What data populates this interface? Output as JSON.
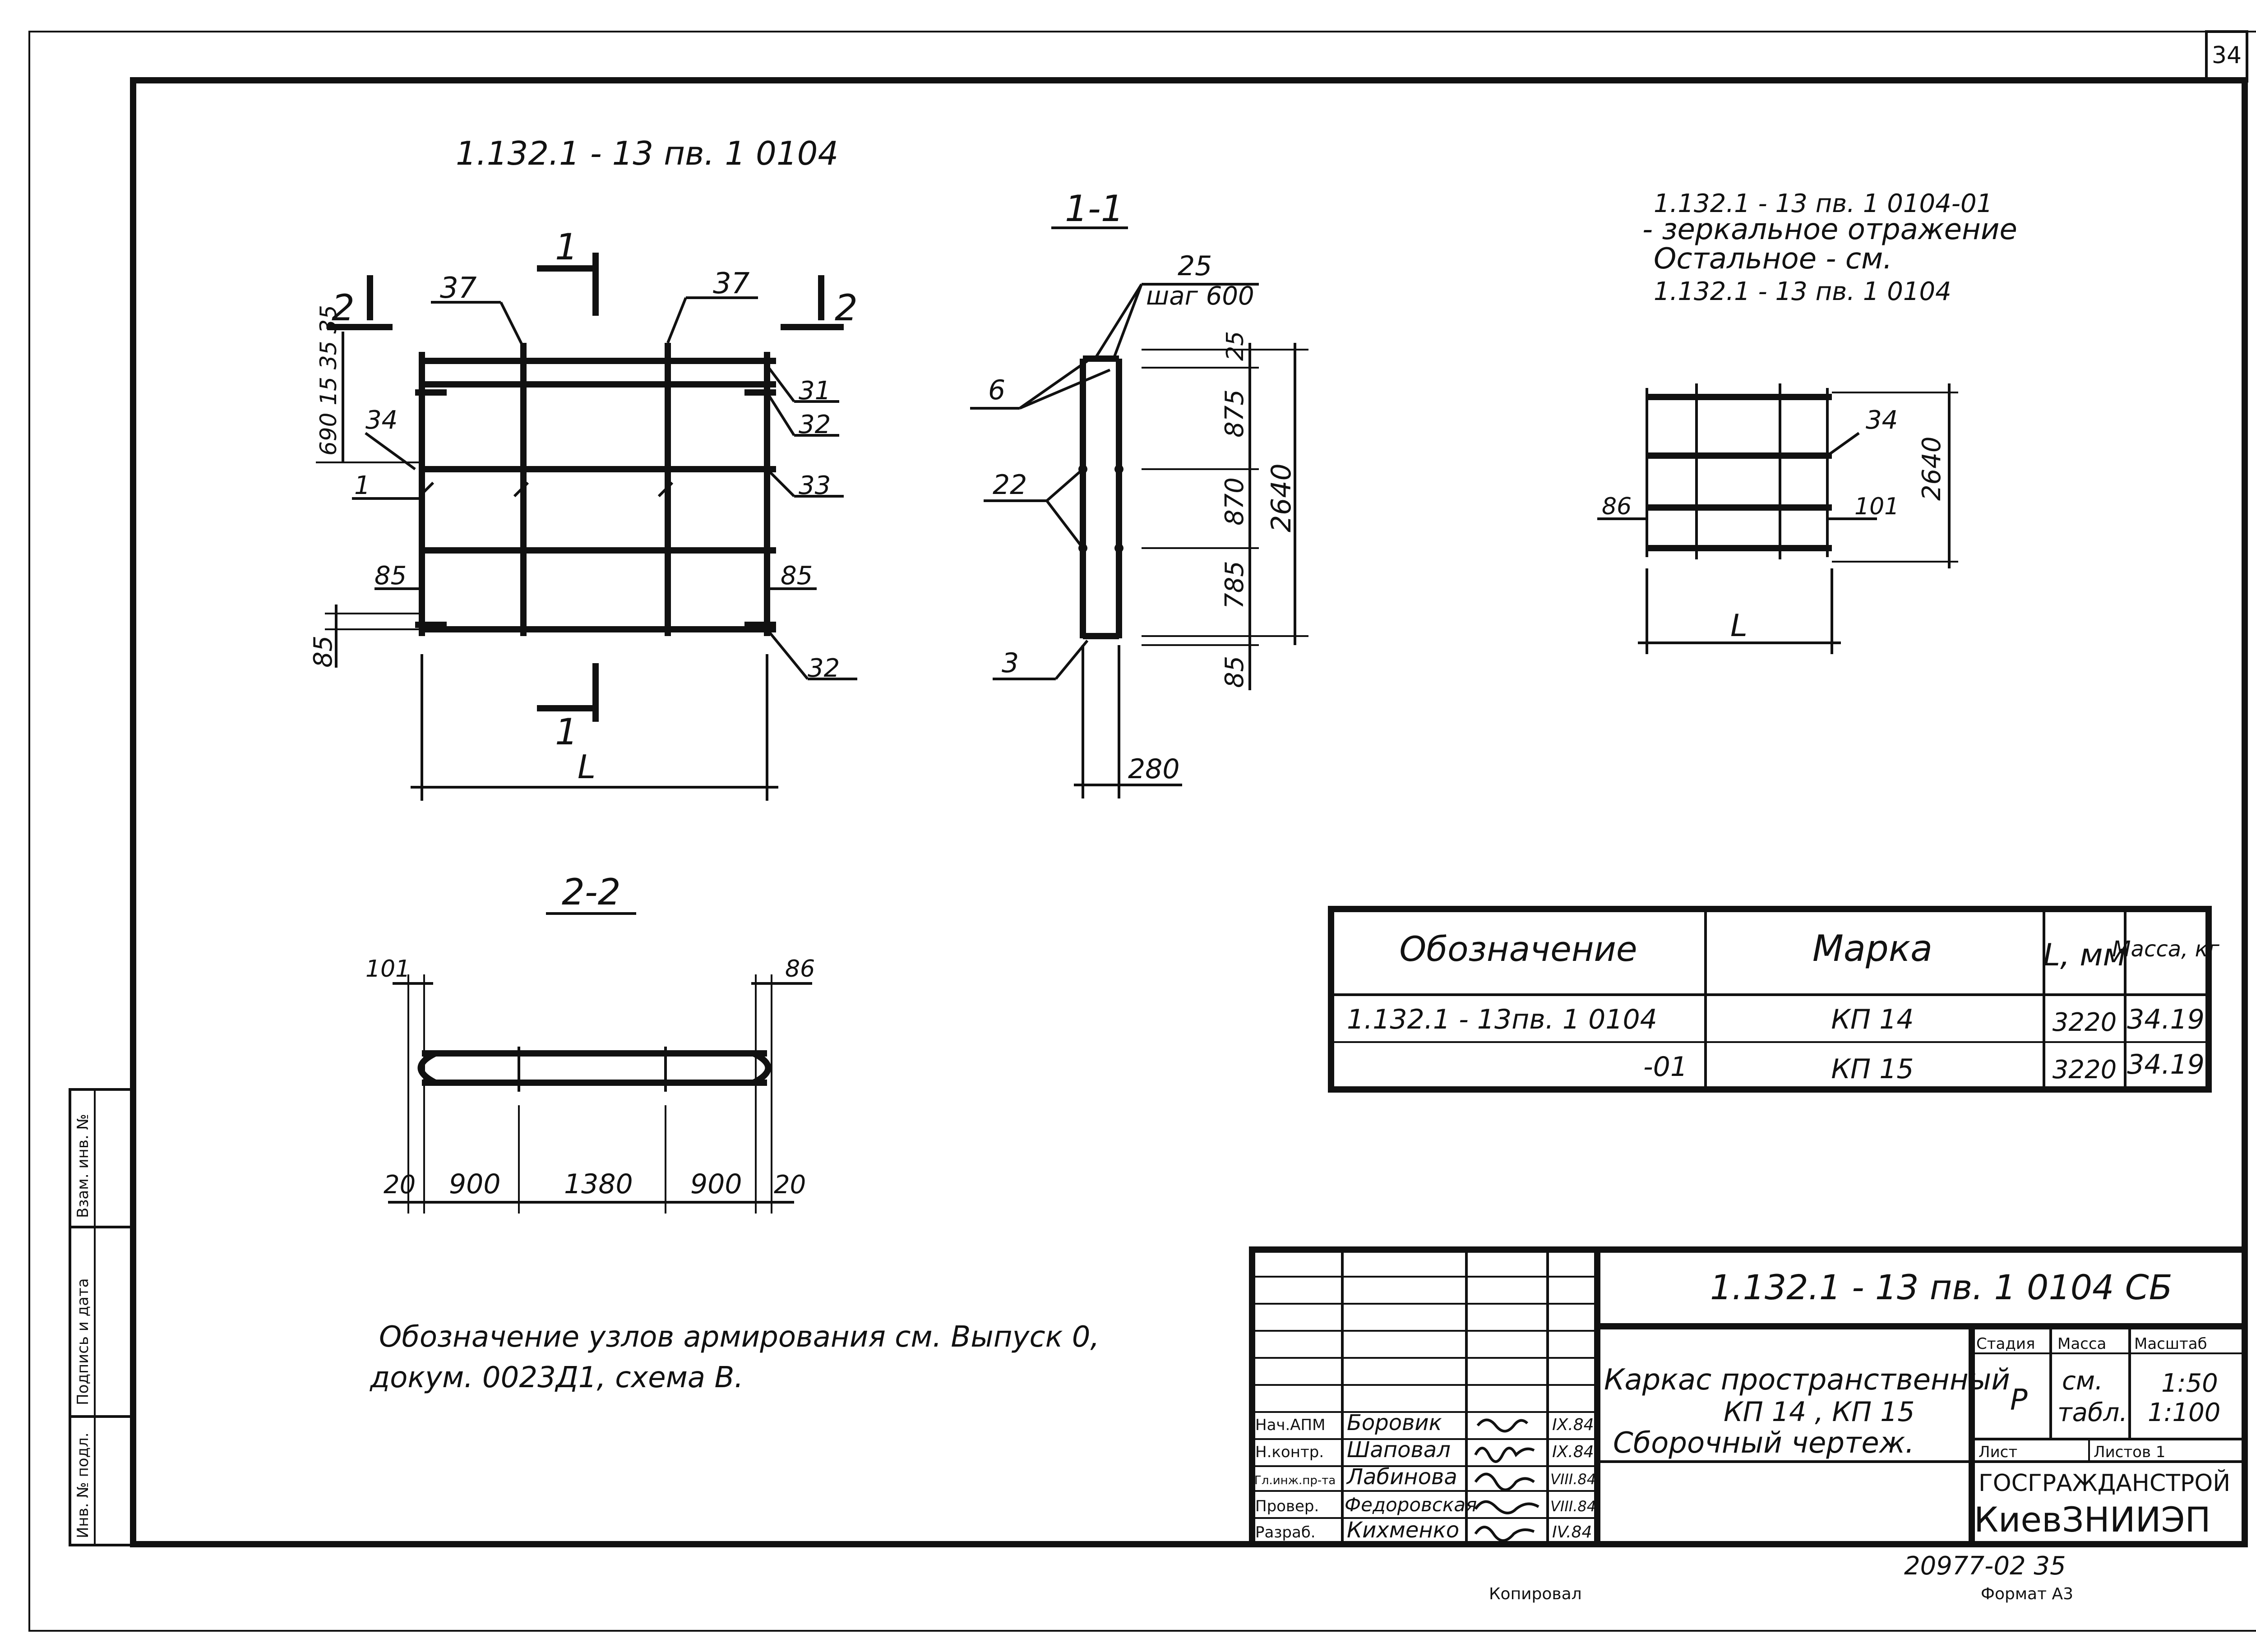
{
  "sheet": {
    "page_number": "34",
    "copied": "Копировал",
    "format": "Формат А3",
    "archive_number": "20977-02  35"
  },
  "view_main": {
    "title": "1.132.1 - 13 пв. 1  0104",
    "section_marks": [
      "1",
      "1",
      "2",
      "2"
    ],
    "callouts": [
      "37",
      "37",
      "31",
      "32",
      "33",
      "34",
      "1",
      "32"
    ],
    "dims": {
      "top_left": "690 15 35 35",
      "side_85_left": "85",
      "side_85_right": "85",
      "bottom_85": "85",
      "length": "L"
    }
  },
  "view_section_1_1": {
    "title": "1-1",
    "callouts": [
      "25",
      "шаг 600",
      "6",
      "22",
      "3"
    ],
    "dims": [
      "25",
      "875",
      "870",
      "785",
      "85"
    ],
    "total": "2640",
    "width": "280"
  },
  "view_mirror": {
    "lines": [
      "1.132.1 - 13 пв. 1  0104-01",
      "- зеркальное  отражение",
      "Остальное  - см.",
      "1.132.1 - 13 пв. 1  0104"
    ],
    "callouts": [
      "34",
      "86",
      "101"
    ],
    "height": "2640",
    "length": "L"
  },
  "view_section_2_2": {
    "title": "2-2",
    "top_dims": [
      "101",
      "86"
    ],
    "dims": [
      "20",
      "900",
      "1380",
      "900",
      "20"
    ]
  },
  "spec_table": {
    "headers": [
      "Обозначение",
      "Марка",
      "L, мм",
      "Масса, кг"
    ],
    "rows": [
      {
        "designation": "1.132.1 - 13пв. 1  0104",
        "mark": "КП 14",
        "length": "3220",
        "mass": "34.19"
      },
      {
        "designation": "-01",
        "mark": "КП 15",
        "length": "3220",
        "mass": "34.19"
      }
    ]
  },
  "note": [
    "Обозначение  узлов  армирования  см. Выпуск 0,",
    "докум.  0023Д1,  схема В."
  ],
  "side_stamp": [
    "Взам. инв. №",
    "Подпись и дата",
    "Инв. № подл."
  ],
  "title_block": {
    "code": "1.132.1  - 13 пв.   1   0104 СБ",
    "name": [
      "Каркас пространственный",
      "КП 14 , КП 15",
      "Сборочный  чертеж."
    ],
    "stage_label": "Стадия",
    "mass_label": "Масса",
    "scale_label": "Масштаб",
    "stage": "Р",
    "mass": [
      "см.",
      "табл."
    ],
    "scale": [
      "1:50",
      "1:100"
    ],
    "sheet_label": "Лист",
    "sheets_label": "Листов 1",
    "org": [
      "ГОСГРАЖДАНСТРОЙ",
      "КиевЗНИИЭП"
    ],
    "people": [
      {
        "role": "Нач.АПМ",
        "name": "Боровик",
        "date": "IX.84"
      },
      {
        "role": "Н.контр.",
        "name": "Шаповал",
        "date": "IX.84"
      },
      {
        "role": "Гл.инж.пр-та",
        "name": "Лабинова",
        "date": "VIII.84"
      },
      {
        "role": "Провер.",
        "name": "Федоровская",
        "date": "VIII.84"
      },
      {
        "role": "Разраб.",
        "name": "Кихменко",
        "date": "IV.84"
      }
    ]
  }
}
